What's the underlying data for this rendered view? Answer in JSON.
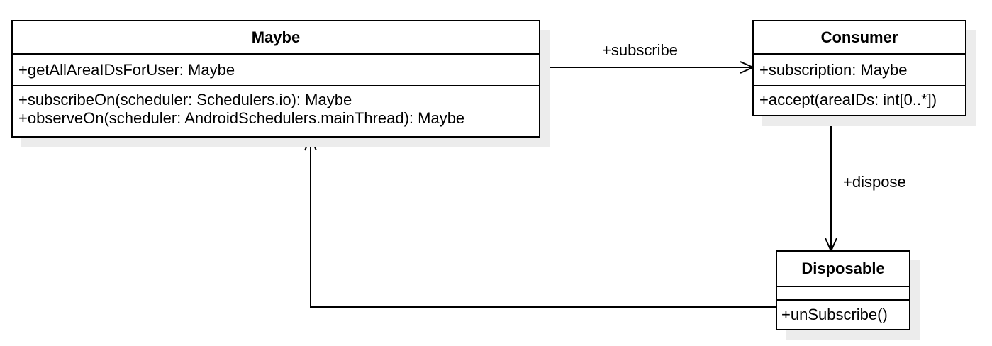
{
  "classes": {
    "maybe": {
      "name": "Maybe",
      "attributes": [
        "+getAllAreaIDsForUser: Maybe"
      ],
      "operations": [
        "+subscribeOn(scheduler: Schedulers.io): Maybe",
        "+observeOn(scheduler: AndroidSchedulers.mainThread): Maybe"
      ]
    },
    "consumer": {
      "name": "Consumer",
      "attributes": [
        "+subscription: Maybe"
      ],
      "operations": [
        "+accept(areaIDs: int[0..*])"
      ]
    },
    "disposable": {
      "name": "Disposable",
      "attributes": [],
      "operations": [
        "+unSubscribe()"
      ]
    }
  },
  "associations": [
    {
      "label": "+subscribe",
      "from": "Maybe",
      "to": "Consumer"
    },
    {
      "label": "+dispose",
      "from": "Consumer",
      "to": "Disposable"
    },
    {
      "label": "",
      "from": "Disposable",
      "to": "Maybe"
    }
  ],
  "colors": {
    "line": "#000000",
    "shadow": "#ececec",
    "fill": "#ffffff"
  }
}
